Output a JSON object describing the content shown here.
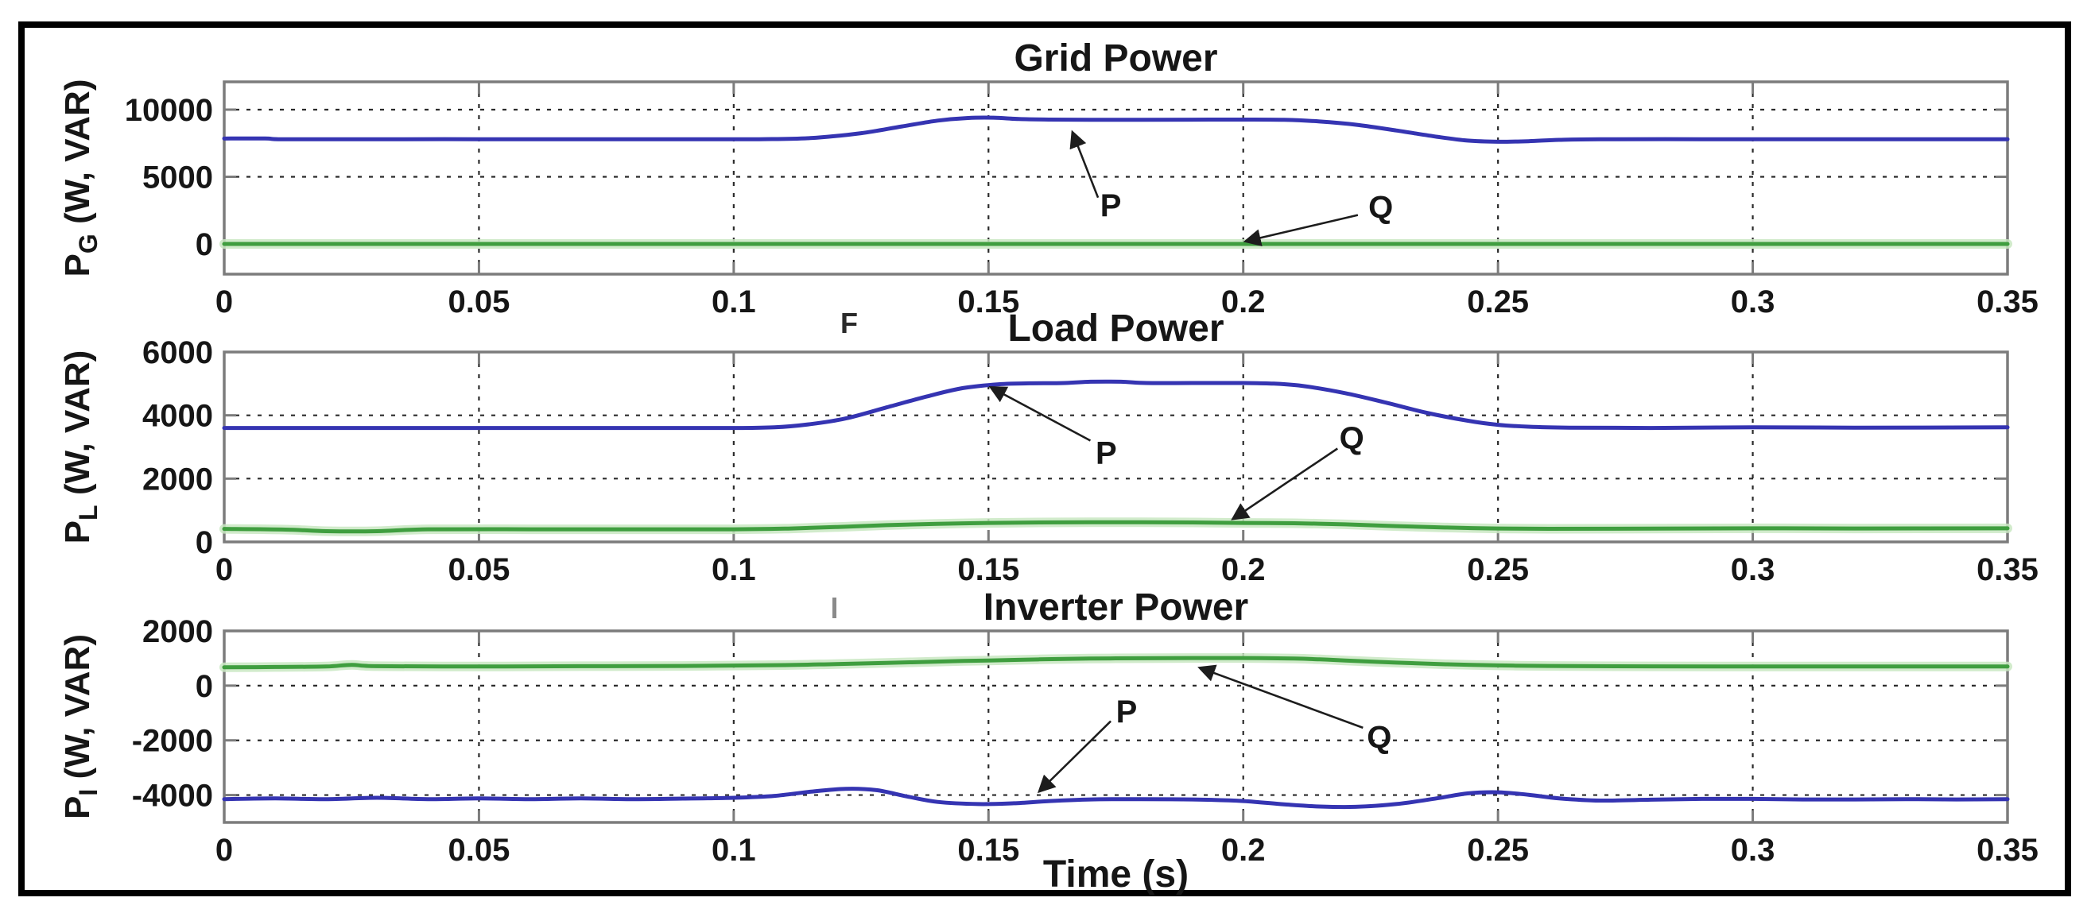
{
  "figure": {
    "xlabel": "Time (s)",
    "background": "#ffffff",
    "border_color": "#000000",
    "axis_color": "#7c7c7c",
    "grid_color": "#2b2b2b",
    "text_color": "#161616",
    "p_color": "#3534b2",
    "q_color": "#3f9e3f",
    "q_halo_color": "#c9e7c2",
    "arrow_color": "#1d1d1d",
    "stray_marks": [
      {
        "glyph": "F"
      },
      {
        "glyph": "|"
      }
    ]
  },
  "chart_data": [
    {
      "type": "line",
      "title": "Grid Power",
      "ylabel": {
        "prefix": "P",
        "sub": "G",
        "suffix": " (W, VAR)"
      },
      "xlim": [
        0,
        0.35
      ],
      "ylim": [
        -2250,
        12070
      ],
      "grid": true,
      "legend_position": "none",
      "xticks": [
        0,
        0.05,
        0.1,
        0.15,
        0.2,
        0.25,
        0.3,
        0.35
      ],
      "xtick_labels": [
        "0",
        "0.05",
        "0.1",
        "0.15",
        "0.2",
        "0.25",
        "0.3",
        "0.35"
      ],
      "yticks": [
        0,
        5000,
        10000
      ],
      "ytick_labels": [
        "0",
        "5000",
        "10000"
      ],
      "ygrid": [
        0,
        5000,
        10000
      ],
      "xgrid": [
        0.05,
        0.1,
        0.15,
        0.2,
        0.25,
        0.3
      ],
      "series": [
        {
          "name": "P",
          "color_key": "p_color",
          "points": [
            [
              0,
              7850
            ],
            [
              0.008,
              7850
            ],
            [
              0.012,
              7790
            ],
            [
              0.03,
              7800
            ],
            [
              0.05,
              7800
            ],
            [
              0.07,
              7800
            ],
            [
              0.09,
              7800
            ],
            [
              0.105,
              7800
            ],
            [
              0.115,
              7880
            ],
            [
              0.125,
              8250
            ],
            [
              0.133,
              8750
            ],
            [
              0.14,
              9180
            ],
            [
              0.146,
              9380
            ],
            [
              0.151,
              9400
            ],
            [
              0.156,
              9300
            ],
            [
              0.162,
              9260
            ],
            [
              0.17,
              9250
            ],
            [
              0.18,
              9250
            ],
            [
              0.19,
              9255
            ],
            [
              0.2,
              9260
            ],
            [
              0.208,
              9240
            ],
            [
              0.215,
              9120
            ],
            [
              0.222,
              8880
            ],
            [
              0.23,
              8450
            ],
            [
              0.238,
              7980
            ],
            [
              0.244,
              7700
            ],
            [
              0.25,
              7610
            ],
            [
              0.256,
              7650
            ],
            [
              0.262,
              7750
            ],
            [
              0.27,
              7800
            ],
            [
              0.29,
              7800
            ],
            [
              0.31,
              7800
            ],
            [
              0.33,
              7800
            ],
            [
              0.35,
              7800
            ]
          ]
        },
        {
          "name": "Q",
          "color_key": "q_color",
          "halo": true,
          "points": [
            [
              0,
              0
            ],
            [
              0.05,
              0
            ],
            [
              0.1,
              0
            ],
            [
              0.15,
              0
            ],
            [
              0.2,
              0
            ],
            [
              0.25,
              0
            ],
            [
              0.3,
              0
            ],
            [
              0.35,
              0
            ]
          ]
        }
      ],
      "annotations": [
        {
          "label": "P",
          "text_at": [
            0.174,
            2900
          ],
          "arrow_from": [
            0.1715,
            3450
          ],
          "arrow_to": [
            0.1665,
            8300
          ]
        },
        {
          "label": "Q",
          "text_at": [
            0.227,
            2780
          ],
          "arrow_from": [
            0.2225,
            2150
          ],
          "arrow_to": [
            0.2005,
            200
          ]
        }
      ]
    },
    {
      "type": "line",
      "title": "Load Power",
      "ylabel": {
        "prefix": "P",
        "sub": "L",
        "suffix": " (W, VAR)"
      },
      "xlim": [
        0,
        0.35
      ],
      "ylim": [
        0,
        6000
      ],
      "grid": true,
      "legend_position": "none",
      "xticks": [
        0,
        0.05,
        0.1,
        0.15,
        0.2,
        0.25,
        0.3,
        0.35
      ],
      "xtick_labels": [
        "0",
        "0.05",
        "0.1",
        "0.15",
        "0.2",
        "0.25",
        "0.3",
        "0.35"
      ],
      "yticks": [
        0,
        2000,
        4000,
        6000
      ],
      "ytick_labels": [
        "0",
        "2000",
        "4000",
        "6000"
      ],
      "ygrid": [
        2000,
        4000
      ],
      "xgrid": [
        0.05,
        0.1,
        0.15,
        0.2,
        0.25,
        0.3
      ],
      "series": [
        {
          "name": "P",
          "color_key": "p_color",
          "points": [
            [
              0,
              3600
            ],
            [
              0.02,
              3600
            ],
            [
              0.04,
              3600
            ],
            [
              0.06,
              3600
            ],
            [
              0.08,
              3600
            ],
            [
              0.1,
              3600
            ],
            [
              0.108,
              3620
            ],
            [
              0.115,
              3720
            ],
            [
              0.122,
              3900
            ],
            [
              0.13,
              4250
            ],
            [
              0.138,
              4600
            ],
            [
              0.145,
              4860
            ],
            [
              0.152,
              4980
            ],
            [
              0.158,
              5010
            ],
            [
              0.165,
              5020
            ],
            [
              0.17,
              5060
            ],
            [
              0.176,
              5060
            ],
            [
              0.181,
              5020
            ],
            [
              0.19,
              5020
            ],
            [
              0.2,
              5020
            ],
            [
              0.206,
              5000
            ],
            [
              0.212,
              4920
            ],
            [
              0.22,
              4700
            ],
            [
              0.228,
              4400
            ],
            [
              0.236,
              4080
            ],
            [
              0.244,
              3830
            ],
            [
              0.25,
              3700
            ],
            [
              0.256,
              3640
            ],
            [
              0.264,
              3610
            ],
            [
              0.28,
              3600
            ],
            [
              0.3,
              3620
            ],
            [
              0.32,
              3610
            ],
            [
              0.35,
              3620
            ]
          ]
        },
        {
          "name": "Q",
          "color_key": "q_color",
          "halo": true,
          "points": [
            [
              0,
              410
            ],
            [
              0.012,
              390
            ],
            [
              0.02,
              340
            ],
            [
              0.03,
              340
            ],
            [
              0.04,
              400
            ],
            [
              0.06,
              400
            ],
            [
              0.08,
              400
            ],
            [
              0.1,
              400
            ],
            [
              0.11,
              420
            ],
            [
              0.12,
              470
            ],
            [
              0.13,
              530
            ],
            [
              0.14,
              570
            ],
            [
              0.15,
              600
            ],
            [
              0.16,
              615
            ],
            [
              0.17,
              620
            ],
            [
              0.18,
              620
            ],
            [
              0.19,
              615
            ],
            [
              0.2,
              600
            ],
            [
              0.21,
              590
            ],
            [
              0.22,
              555
            ],
            [
              0.23,
              500
            ],
            [
              0.24,
              455
            ],
            [
              0.25,
              425
            ],
            [
              0.26,
              415
            ],
            [
              0.28,
              420
            ],
            [
              0.3,
              430
            ],
            [
              0.32,
              425
            ],
            [
              0.35,
              430
            ]
          ]
        }
      ],
      "annotations": [
        {
          "label": "P",
          "text_at": [
            0.1731,
            2820
          ],
          "arrow_from": [
            0.17,
            3200
          ],
          "arrow_to": [
            0.1505,
            4880
          ]
        },
        {
          "label": "Q",
          "text_at": [
            0.2213,
            3300
          ],
          "arrow_from": [
            0.2185,
            2950
          ],
          "arrow_to": [
            0.198,
            730
          ]
        }
      ]
    },
    {
      "type": "line",
      "title": "Inverter Power",
      "ylabel": {
        "prefix": "P",
        "sub": "I",
        "suffix": " (W, VAR)"
      },
      "xlim": [
        0,
        0.35
      ],
      "ylim": [
        -5000,
        2000
      ],
      "grid": true,
      "legend_position": "none",
      "xticks": [
        0,
        0.05,
        0.1,
        0.15,
        0.2,
        0.25,
        0.3,
        0.35
      ],
      "xtick_labels": [
        "0",
        "0.05",
        "0.1",
        "0.15",
        "0.2",
        "0.25",
        "0.3",
        "0.35"
      ],
      "yticks": [
        -4000,
        -2000,
        0,
        2000
      ],
      "ytick_labels": [
        "-4000",
        "-2000",
        "0",
        "2000"
      ],
      "ygrid": [
        -4000,
        -2000,
        0
      ],
      "xgrid": [
        0.05,
        0.1,
        0.15,
        0.2,
        0.25,
        0.3
      ],
      "series": [
        {
          "name": "Q",
          "color_key": "q_color",
          "halo": true,
          "points": [
            [
              0,
              670
            ],
            [
              0.01,
              680
            ],
            [
              0.02,
              700
            ],
            [
              0.025,
              760
            ],
            [
              0.03,
              710
            ],
            [
              0.05,
              700
            ],
            [
              0.07,
              710
            ],
            [
              0.09,
              720
            ],
            [
              0.11,
              750
            ],
            [
              0.12,
              790
            ],
            [
              0.13,
              830
            ],
            [
              0.14,
              880
            ],
            [
              0.15,
              920
            ],
            [
              0.16,
              960
            ],
            [
              0.17,
              990
            ],
            [
              0.18,
              1000
            ],
            [
              0.19,
              1010
            ],
            [
              0.2,
              1010
            ],
            [
              0.21,
              990
            ],
            [
              0.215,
              960
            ],
            [
              0.22,
              920
            ],
            [
              0.23,
              840
            ],
            [
              0.24,
              780
            ],
            [
              0.25,
              740
            ],
            [
              0.26,
              720
            ],
            [
              0.28,
              705
            ],
            [
              0.3,
              700
            ],
            [
              0.32,
              700
            ],
            [
              0.35,
              700
            ]
          ]
        },
        {
          "name": "P",
          "color_key": "p_color",
          "points": [
            [
              0,
              -4150
            ],
            [
              0.01,
              -4120
            ],
            [
              0.02,
              -4150
            ],
            [
              0.03,
              -4100
            ],
            [
              0.04,
              -4150
            ],
            [
              0.05,
              -4120
            ],
            [
              0.06,
              -4150
            ],
            [
              0.07,
              -4120
            ],
            [
              0.08,
              -4150
            ],
            [
              0.09,
              -4130
            ],
            [
              0.1,
              -4100
            ],
            [
              0.108,
              -4030
            ],
            [
              0.115,
              -3880
            ],
            [
              0.122,
              -3770
            ],
            [
              0.128,
              -3820
            ],
            [
              0.134,
              -4050
            ],
            [
              0.14,
              -4250
            ],
            [
              0.148,
              -4330
            ],
            [
              0.155,
              -4300
            ],
            [
              0.162,
              -4220
            ],
            [
              0.17,
              -4160
            ],
            [
              0.18,
              -4150
            ],
            [
              0.19,
              -4160
            ],
            [
              0.2,
              -4220
            ],
            [
              0.208,
              -4340
            ],
            [
              0.215,
              -4420
            ],
            [
              0.222,
              -4430
            ],
            [
              0.23,
              -4330
            ],
            [
              0.238,
              -4120
            ],
            [
              0.244,
              -3940
            ],
            [
              0.25,
              -3900
            ],
            [
              0.256,
              -3990
            ],
            [
              0.262,
              -4120
            ],
            [
              0.27,
              -4200
            ],
            [
              0.28,
              -4170
            ],
            [
              0.29,
              -4140
            ],
            [
              0.3,
              -4140
            ],
            [
              0.31,
              -4160
            ],
            [
              0.32,
              -4160
            ],
            [
              0.33,
              -4150
            ],
            [
              0.34,
              -4160
            ],
            [
              0.35,
              -4150
            ]
          ]
        }
      ],
      "annotations": [
        {
          "label": "P",
          "text_at": [
            0.1771,
            -930
          ],
          "arrow_from": [
            0.174,
            -1300
          ],
          "arrow_to": [
            0.16,
            -3860
          ]
        },
        {
          "label": "Q",
          "text_at": [
            0.2267,
            -1860
          ],
          "arrow_from": [
            0.2235,
            -1540
          ],
          "arrow_to": [
            0.1915,
            650
          ]
        }
      ]
    }
  ]
}
